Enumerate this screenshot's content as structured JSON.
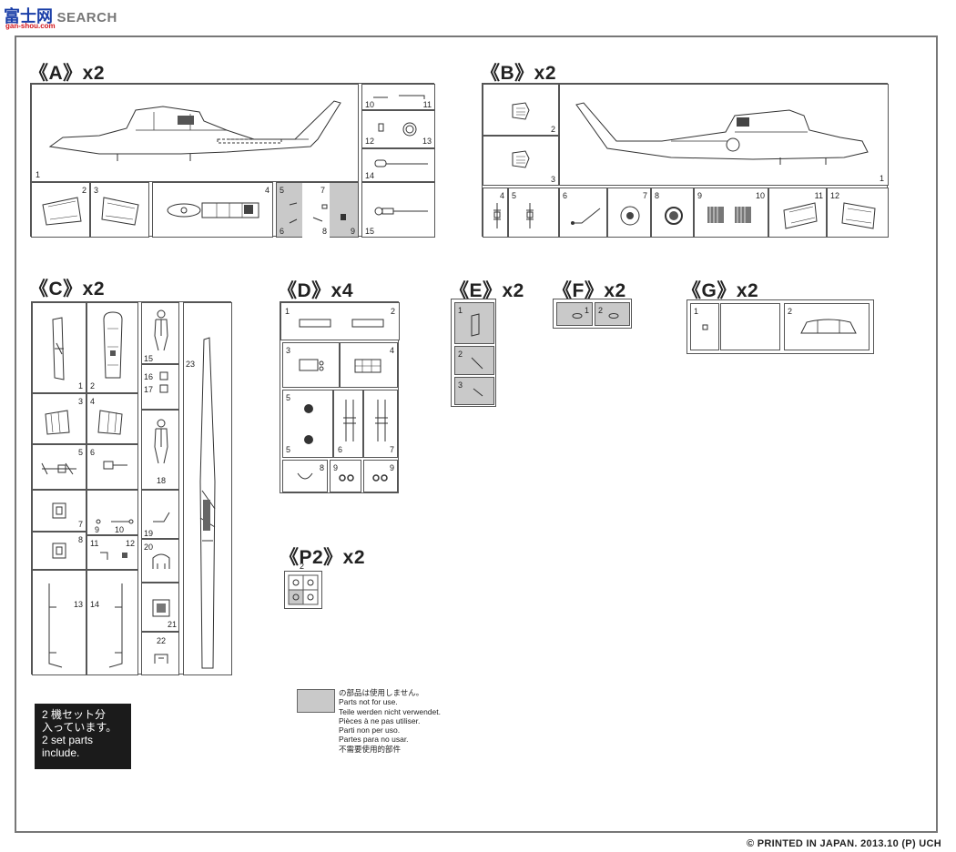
{
  "watermark": {
    "brand_jp": "富士网",
    "brand_en": "SEARCH",
    "url": "gan-shou.com"
  },
  "sections": {
    "A": "《A》x2",
    "B": "《B》x2",
    "C": "《C》x2",
    "D": "《D》x4",
    "E": "《E》x2",
    "F": "《F》x2",
    "G": "《G》x2",
    "P2": "《P2》x2"
  },
  "part_numbers": {
    "A": [
      "1",
      "2",
      "3",
      "4",
      "5",
      "6",
      "7",
      "8",
      "9",
      "10",
      "11",
      "12",
      "13",
      "14",
      "15"
    ],
    "B": [
      "1",
      "2",
      "3",
      "4",
      "5",
      "6",
      "7",
      "8",
      "9",
      "10",
      "11",
      "12"
    ],
    "C": [
      "1",
      "2",
      "3",
      "4",
      "5",
      "6",
      "7",
      "8",
      "9",
      "10",
      "11",
      "12",
      "13",
      "14",
      "15",
      "16",
      "17",
      "18",
      "19",
      "20",
      "21",
      "22",
      "23"
    ],
    "D": [
      "1",
      "2",
      "3",
      "4",
      "5",
      "5",
      "6",
      "7",
      "8",
      "9",
      "9"
    ],
    "E": [
      "1",
      "2",
      "3"
    ],
    "F": [
      "1",
      "2"
    ],
    "G": [
      "1",
      "2"
    ],
    "P2": [
      "2"
    ]
  },
  "notice": {
    "line1": "2 機セット分",
    "line2": "入っています。",
    "line3": "2 set parts",
    "line4": "include."
  },
  "legend": {
    "swatch_color": "#c9c9c9",
    "lines": [
      "の部品は使用しません。",
      "Parts not for use.",
      "Teile werden nicht verwendet.",
      "Pièces à ne pas utiliser.",
      "Parti non per uso.",
      "Partes para no usar.",
      "不需要使用的部件"
    ]
  },
  "footer": "© PRINTED IN JAPAN. 2013.10 (P) UCH"
}
